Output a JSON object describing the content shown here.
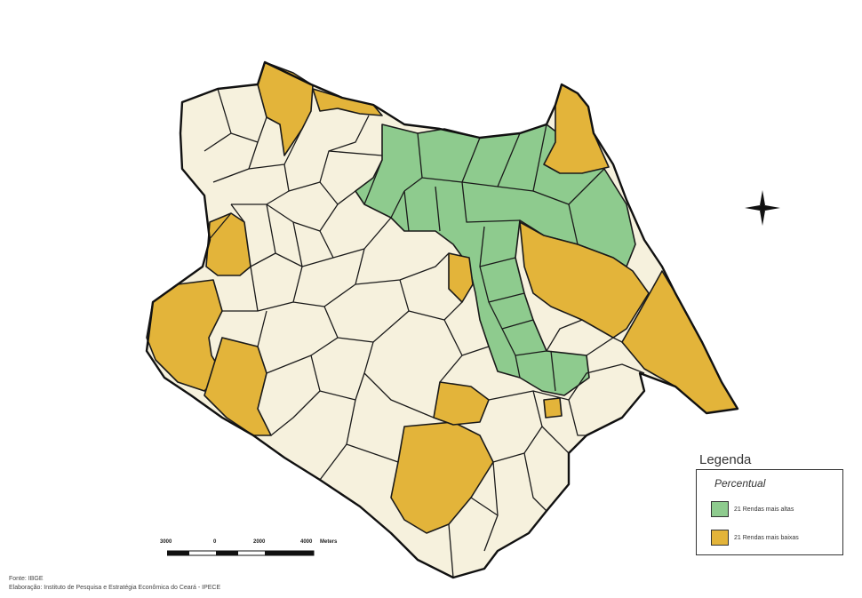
{
  "legend": {
    "title": "Legenda",
    "subtitle": "Percentual",
    "items": [
      {
        "label": "21 Rendas mais altas",
        "color": "#8ecb8e"
      },
      {
        "label": "21 Rendas mais baixas",
        "color": "#e3b43a"
      }
    ]
  },
  "colors": {
    "default_fill": "#f6f1dd",
    "high_income": "#8ecb8e",
    "low_income": "#e3b43a",
    "border": "#1a1a1a"
  },
  "scale_bar": {
    "labels": [
      "3000",
      "0",
      "2000",
      "4000",
      "Meters"
    ]
  },
  "footer": {
    "source": "Fonte: IBGE",
    "credit": "Elaboração: Instituto de Pesquisa e Estratégia Econômica do Ceará - IPECE"
  },
  "icons": {
    "compass": "north-arrow-compass-icon"
  }
}
